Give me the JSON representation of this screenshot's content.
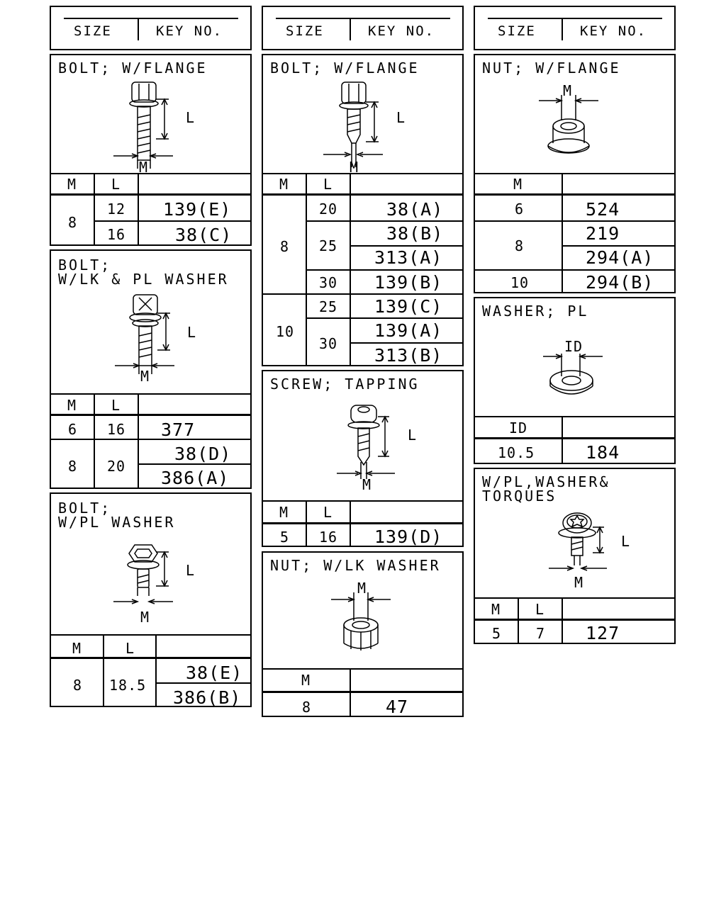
{
  "header": {
    "size": "SIZE",
    "key_no": "KEY NO."
  },
  "dims": {
    "m": "M",
    "l": "L",
    "id": "ID"
  },
  "parts": {
    "bolt_flange_a": {
      "title": "BOLT; W/FLANGE",
      "rows": [
        {
          "m": "8",
          "l": "12",
          "key": "139(E)"
        },
        {
          "l": "16",
          "key": "38(C)"
        }
      ]
    },
    "bolt_lk_pl": {
      "title1": "BOLT;",
      "title2": "W/LK & PL WASHER",
      "rows": [
        {
          "m": "6",
          "l": "16",
          "key": "377"
        },
        {
          "m": "8",
          "l": "20",
          "key": "38(D)"
        },
        {
          "key": "386(A)"
        }
      ]
    },
    "bolt_pl": {
      "title1": "BOLT;",
      "title2": "W/PL WASHER",
      "rows": [
        {
          "m": "8",
          "l": "18.5",
          "key": "38(E)"
        },
        {
          "key": "386(B)"
        }
      ]
    },
    "bolt_flange_b": {
      "title": "BOLT; W/FLANGE",
      "rows": [
        {
          "m": "8",
          "l": "20",
          "key": "38(A)"
        },
        {
          "l": "25",
          "key": "38(B)"
        },
        {
          "key": "313(A)"
        },
        {
          "l": "30",
          "key": "139(B)"
        },
        {
          "m": "10",
          "l": "25",
          "key": "139(C)"
        },
        {
          "l": "30",
          "key": "139(A)"
        },
        {
          "key": "313(B)"
        }
      ]
    },
    "screw_tapping": {
      "title": "SCREW; TAPPING",
      "rows": [
        {
          "m": "5",
          "l": "16",
          "key": "139(D)"
        }
      ]
    },
    "nut_lk": {
      "title": "NUT; W/LK WASHER",
      "rows": [
        {
          "m": "8",
          "key": "47"
        }
      ]
    },
    "nut_flange": {
      "title": "NUT; W/FLANGE",
      "rows": [
        {
          "m": "6",
          "key": "524"
        },
        {
          "m": "8",
          "key": "219"
        },
        {
          "key": "294(A)"
        },
        {
          "m": "10",
          "key": "294(B)"
        }
      ]
    },
    "washer_pl": {
      "title": "WASHER; PL",
      "rows": [
        {
          "id": "10.5",
          "key": "184"
        }
      ]
    },
    "torques": {
      "title1": "W/PL,WASHER&",
      "title2": "TORQUES",
      "rows": [
        {
          "m": "5",
          "l": "7",
          "key": "127"
        }
      ]
    }
  }
}
